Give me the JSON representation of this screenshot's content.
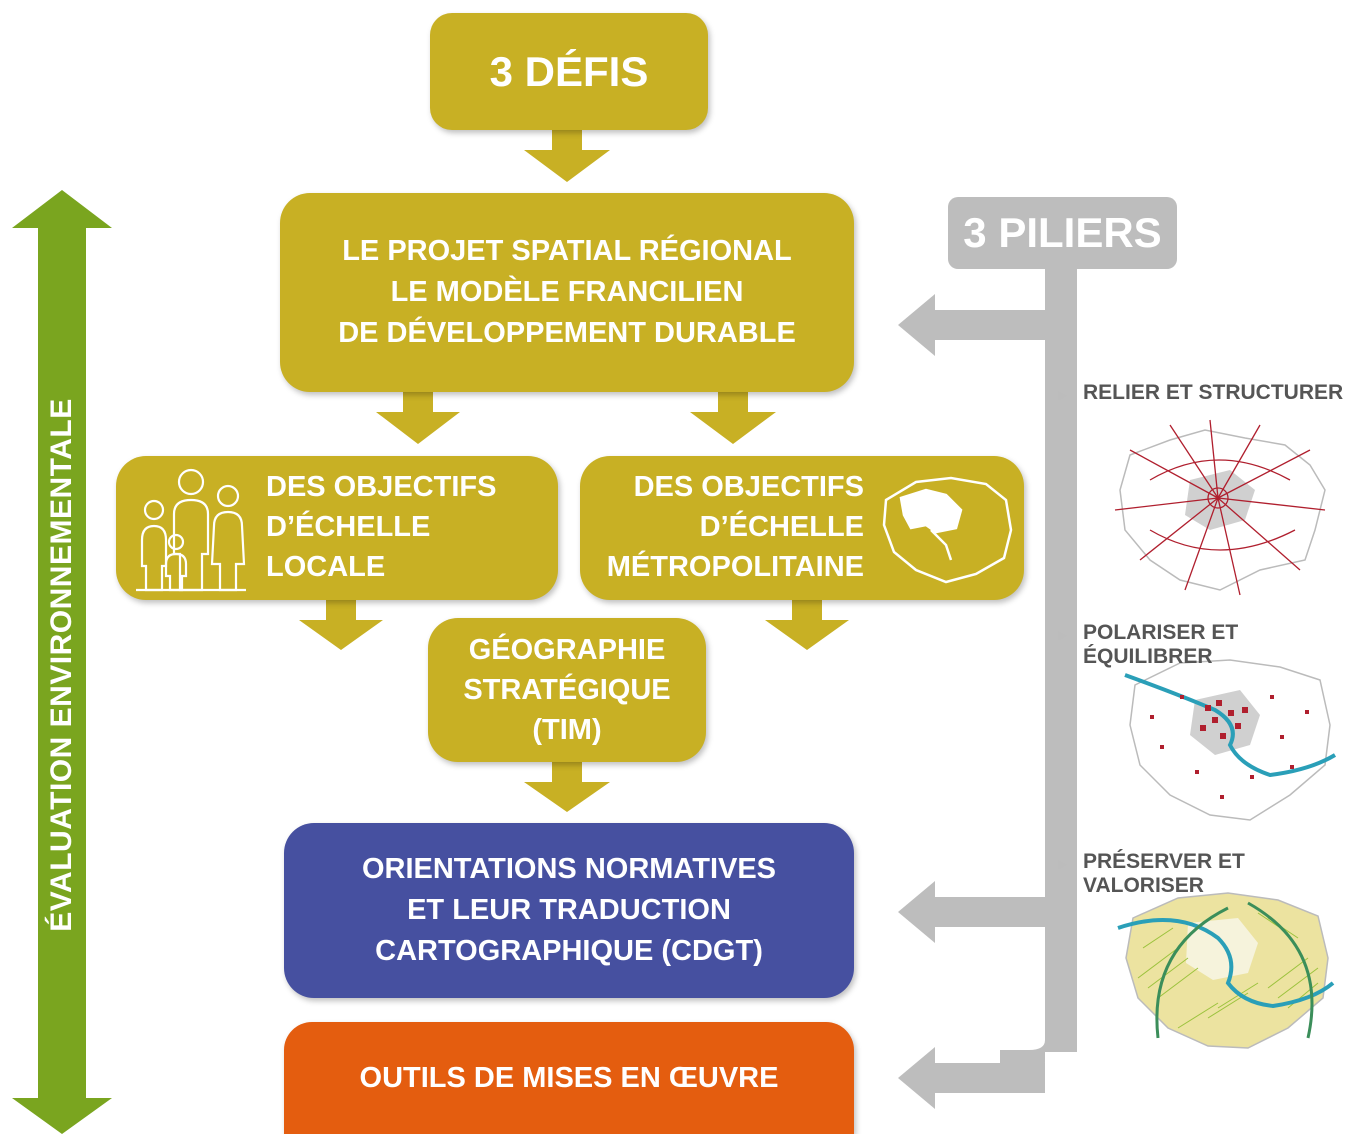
{
  "header": {
    "defis": "3 DÉFIS"
  },
  "projet": {
    "lines": [
      "LE PROJET SPATIAL RÉGIONAL",
      "LE MODÈLE FRANCILIEN",
      "DE DÉVELOPPEMENT DURABLE"
    ]
  },
  "objectifs_locale": {
    "lines": [
      "DES OBJECTIFS",
      "D’ÉCHELLE",
      "LOCALE"
    ]
  },
  "objectifs_metro": {
    "lines": [
      "DES OBJECTIFS",
      "D’ÉCHELLE",
      "MÉTROPOLITAINE"
    ]
  },
  "geographie": {
    "lines": [
      "GÉOGRAPHIE",
      "STRATÉGIQUE",
      "(TIM)"
    ]
  },
  "orientations": {
    "lines": [
      "ORIENTATIONS NORMATIVES",
      "ET LEUR TRADUCTION",
      "CARTOGRAPHIQUE (CDGT)"
    ]
  },
  "outils": {
    "label": "OUTILS DE MISES EN ŒUVRE"
  },
  "evaluation": {
    "label": "ÉVALUATION ENVIRONNEMENTALE"
  },
  "piliers": {
    "title": "3 PILIERS",
    "items": [
      {
        "label": "RELIER ET STRUCTURER",
        "icon": "network-map-icon"
      },
      {
        "label": "POLARISER ET ÉQUILIBRER",
        "icon": "poles-map-icon"
      },
      {
        "label": "PRÉSERVER ET VALORISER",
        "icon": "green-map-icon"
      }
    ]
  },
  "colors": {
    "olive": "#c8b024",
    "blue": "#4650a0",
    "orange": "#e45d0f",
    "green": "#7aa51f",
    "grey": "#bdbdbd",
    "red_lines": "#b01f2e",
    "river": "#2a9fb8"
  }
}
